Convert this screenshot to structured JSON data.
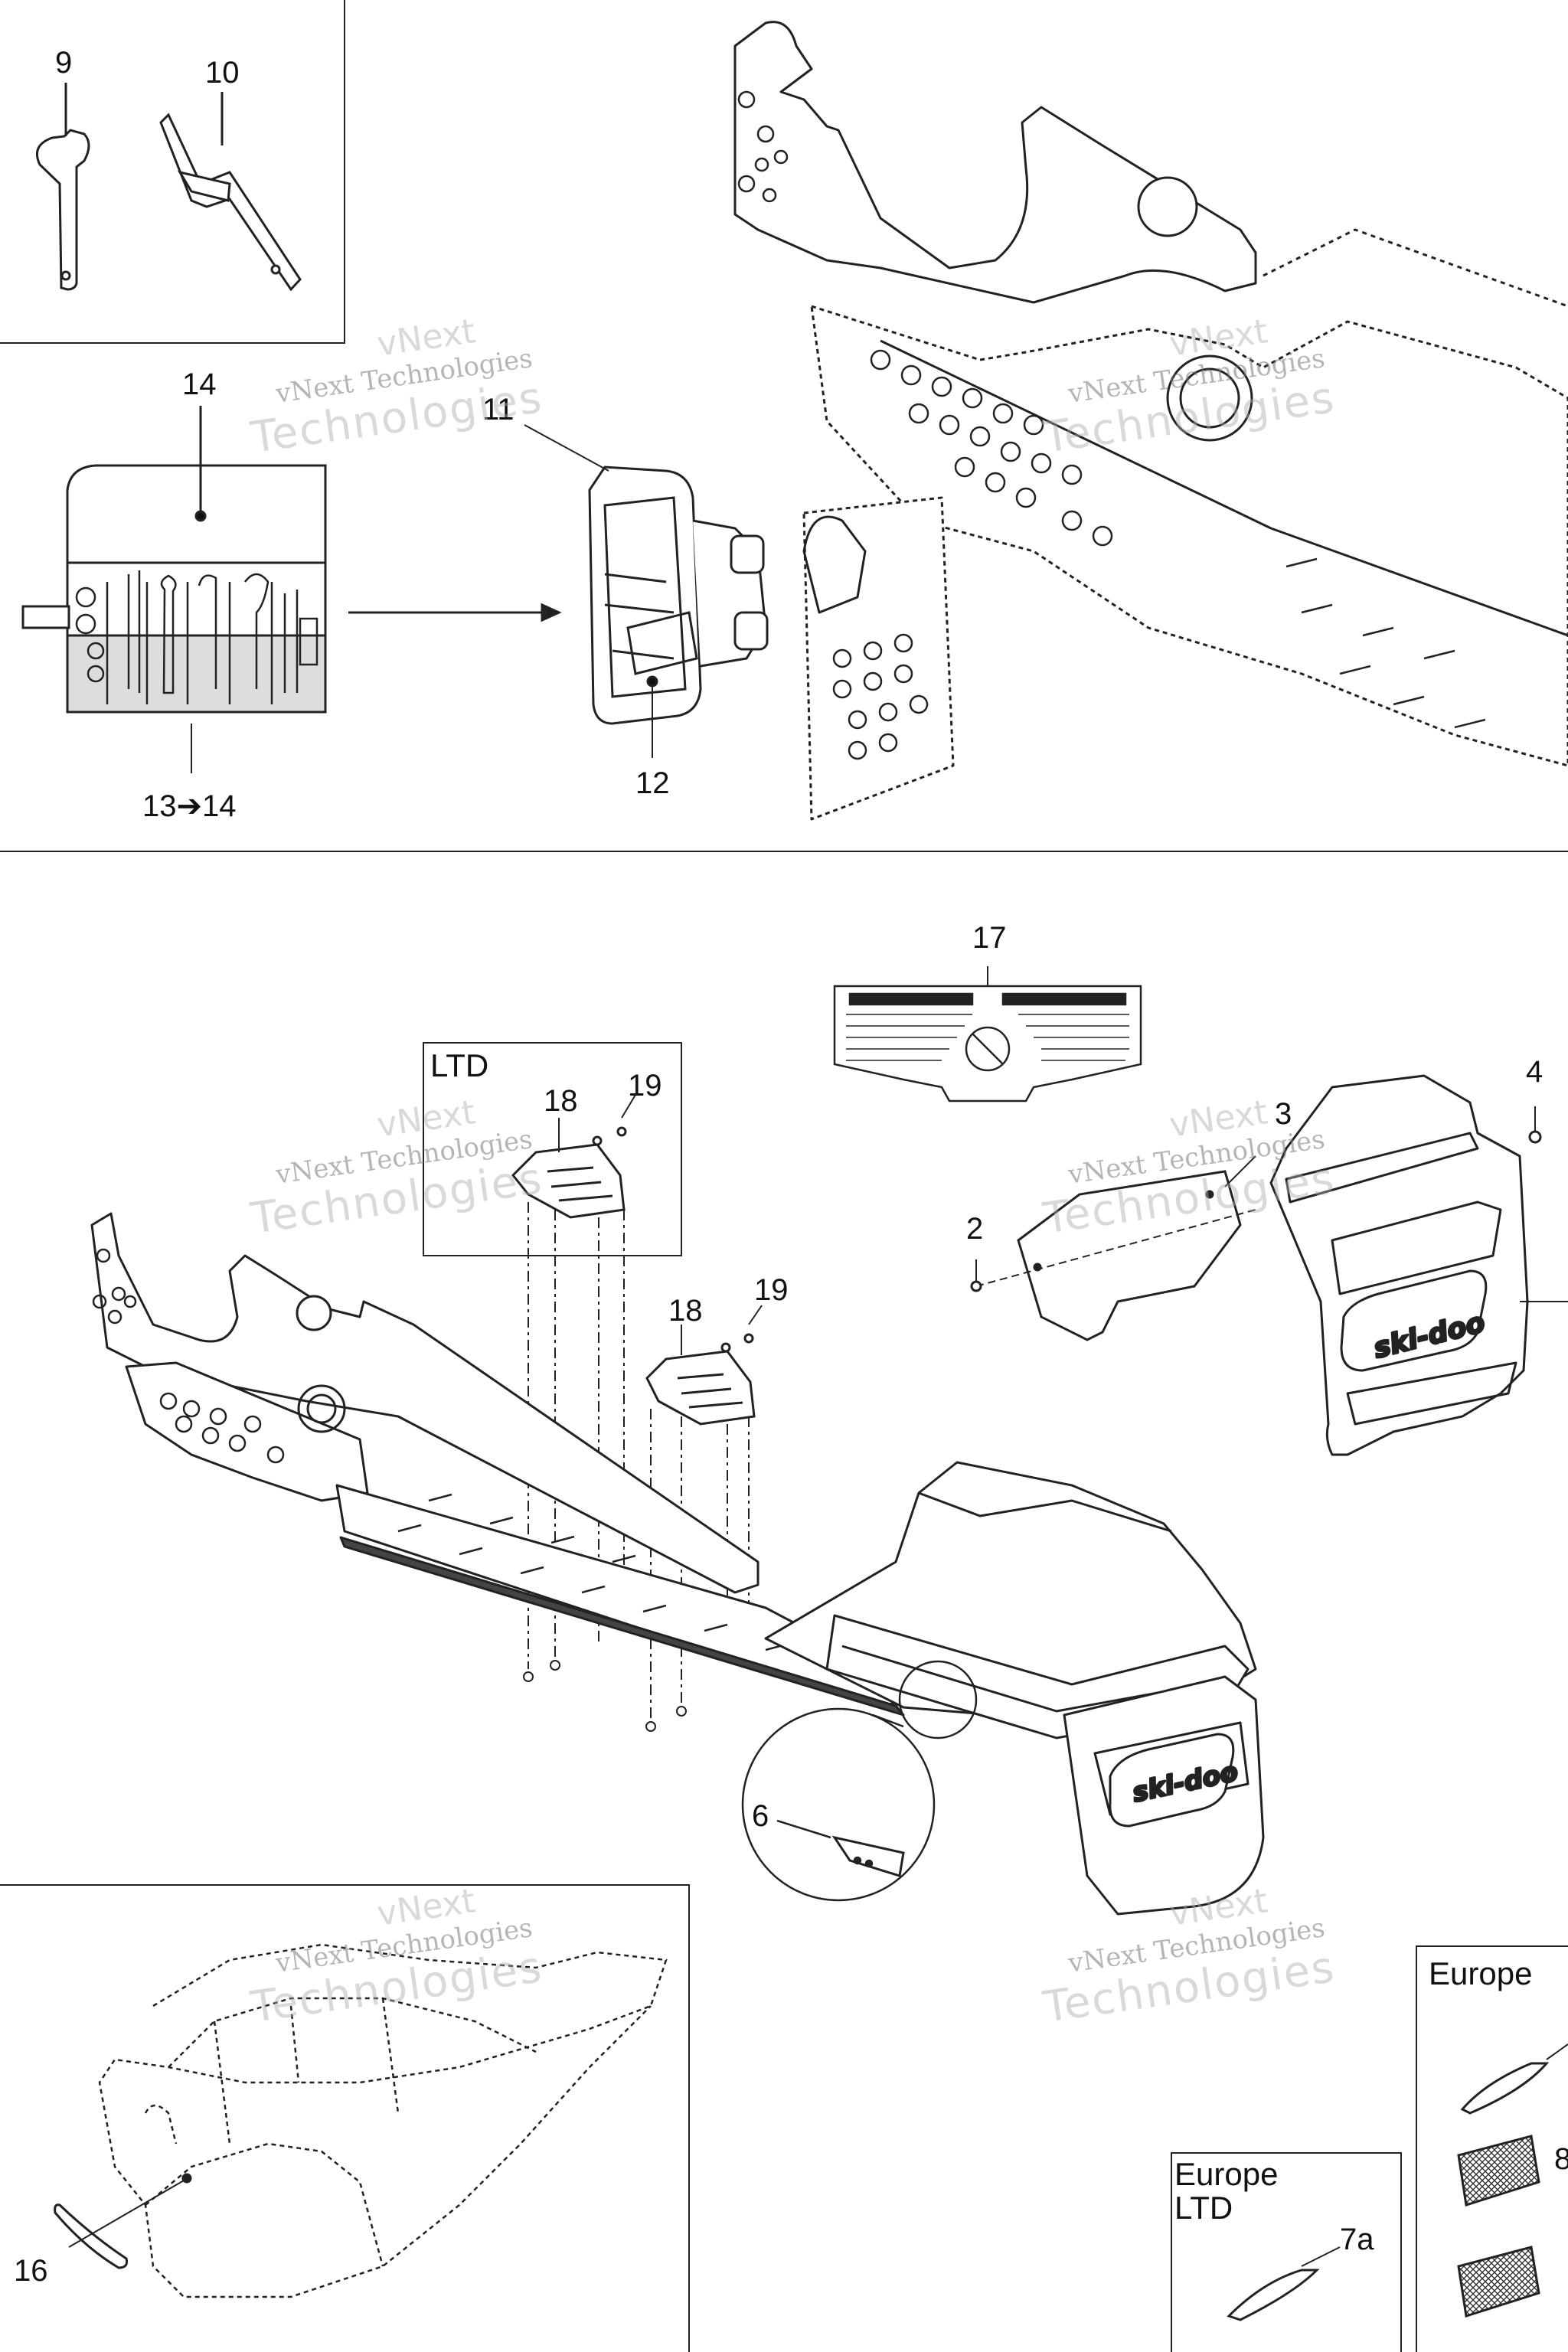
{
  "callouts": {
    "c9": "9",
    "c10": "10",
    "c14": "14",
    "c11": "11",
    "c12": "12",
    "c13": "13➔14",
    "c17": "17",
    "c18a": "18",
    "c19a": "19",
    "c18b": "18",
    "c19b": "19",
    "c4": "4",
    "c3": "3",
    "c2": "2",
    "c6": "6",
    "c16": "16",
    "c7a": "7a",
    "c8": "8"
  },
  "boxes": {
    "ltd": "LTD",
    "europe": "Europe",
    "europe_ltd_line1": "Europe",
    "europe_ltd_line2": "LTD"
  },
  "watermark": {
    "line0": "vNext",
    "line1": "vNext Technologies",
    "line2": "Technologies"
  },
  "brand": {
    "name": "ski-doo"
  },
  "colors": {
    "line": "#1a1a1a",
    "watermark": "#9a9a9a",
    "background": "#ffffff"
  }
}
